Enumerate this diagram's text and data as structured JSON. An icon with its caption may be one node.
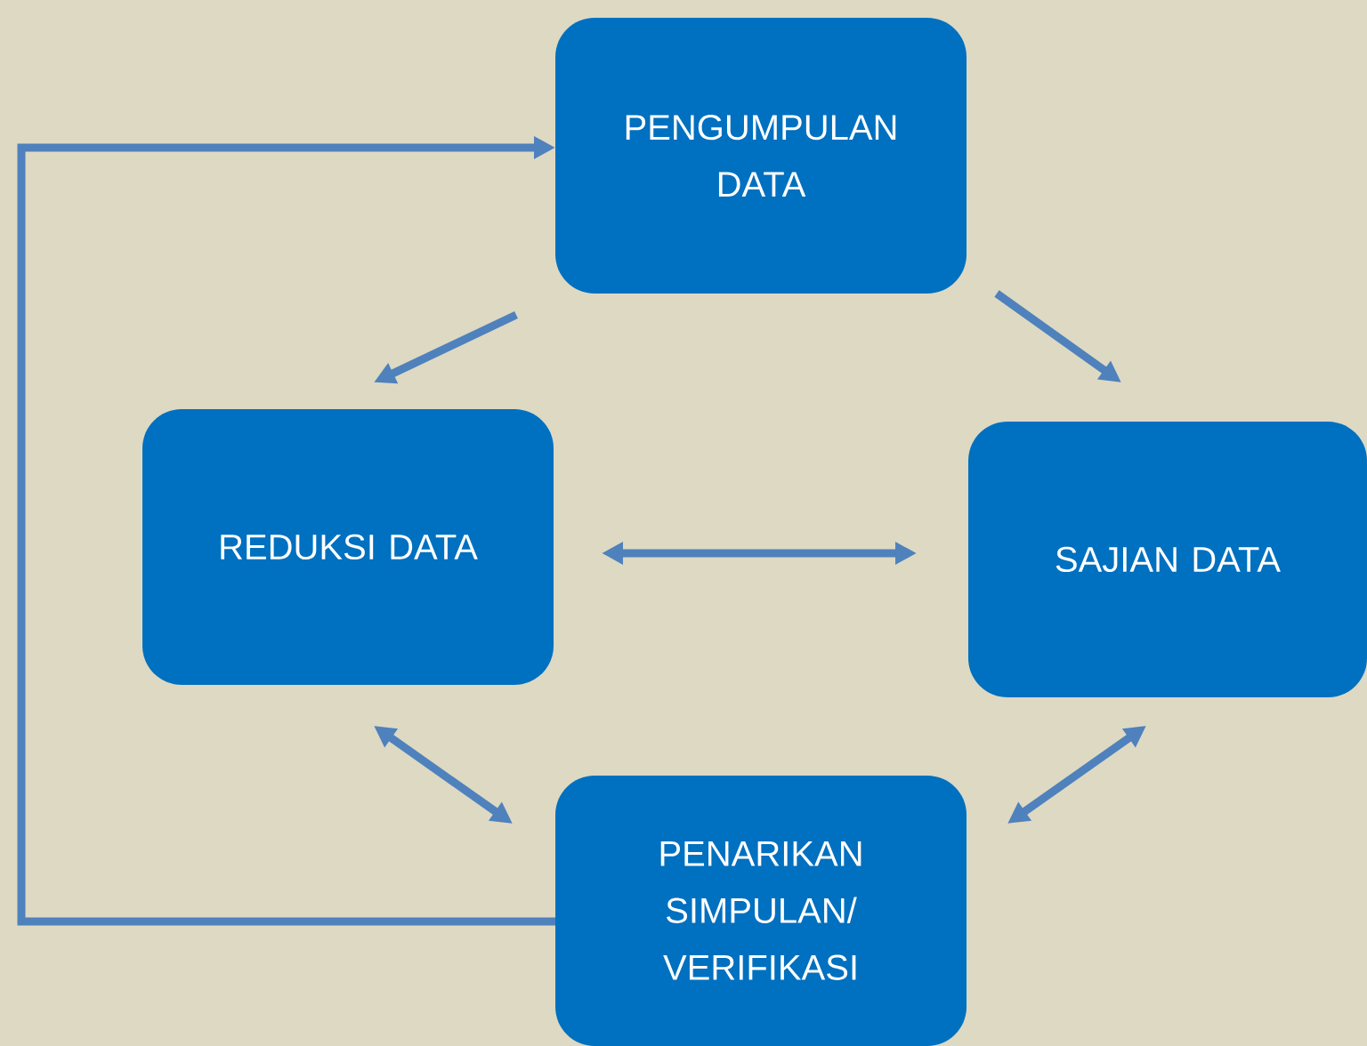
{
  "diagram": {
    "nodes": [
      {
        "text": [
          "PENGUMPULAN DATA"
        ]
      },
      {
        "text": [
          "REDUKSI DATA"
        ]
      },
      {
        "text": [
          "SAJIAN DATA"
        ]
      },
      {
        "text": [
          "PENARIKAN SIMPULAN/ VERIFIKASI"
        ]
      }
    ],
    "edges": [
      {
        "from": 0,
        "to": 1,
        "arrow": "to"
      },
      {
        "from": 0,
        "to": 2,
        "arrow": "to"
      },
      {
        "from": 1,
        "to": 2,
        "arrow": "both"
      },
      {
        "from": 1,
        "to": 3,
        "arrow": "both"
      },
      {
        "from": 2,
        "to": 3,
        "arrow": "both"
      },
      {
        "from": 3,
        "to": 0,
        "arrow": "to"
      }
    ]
  }
}
